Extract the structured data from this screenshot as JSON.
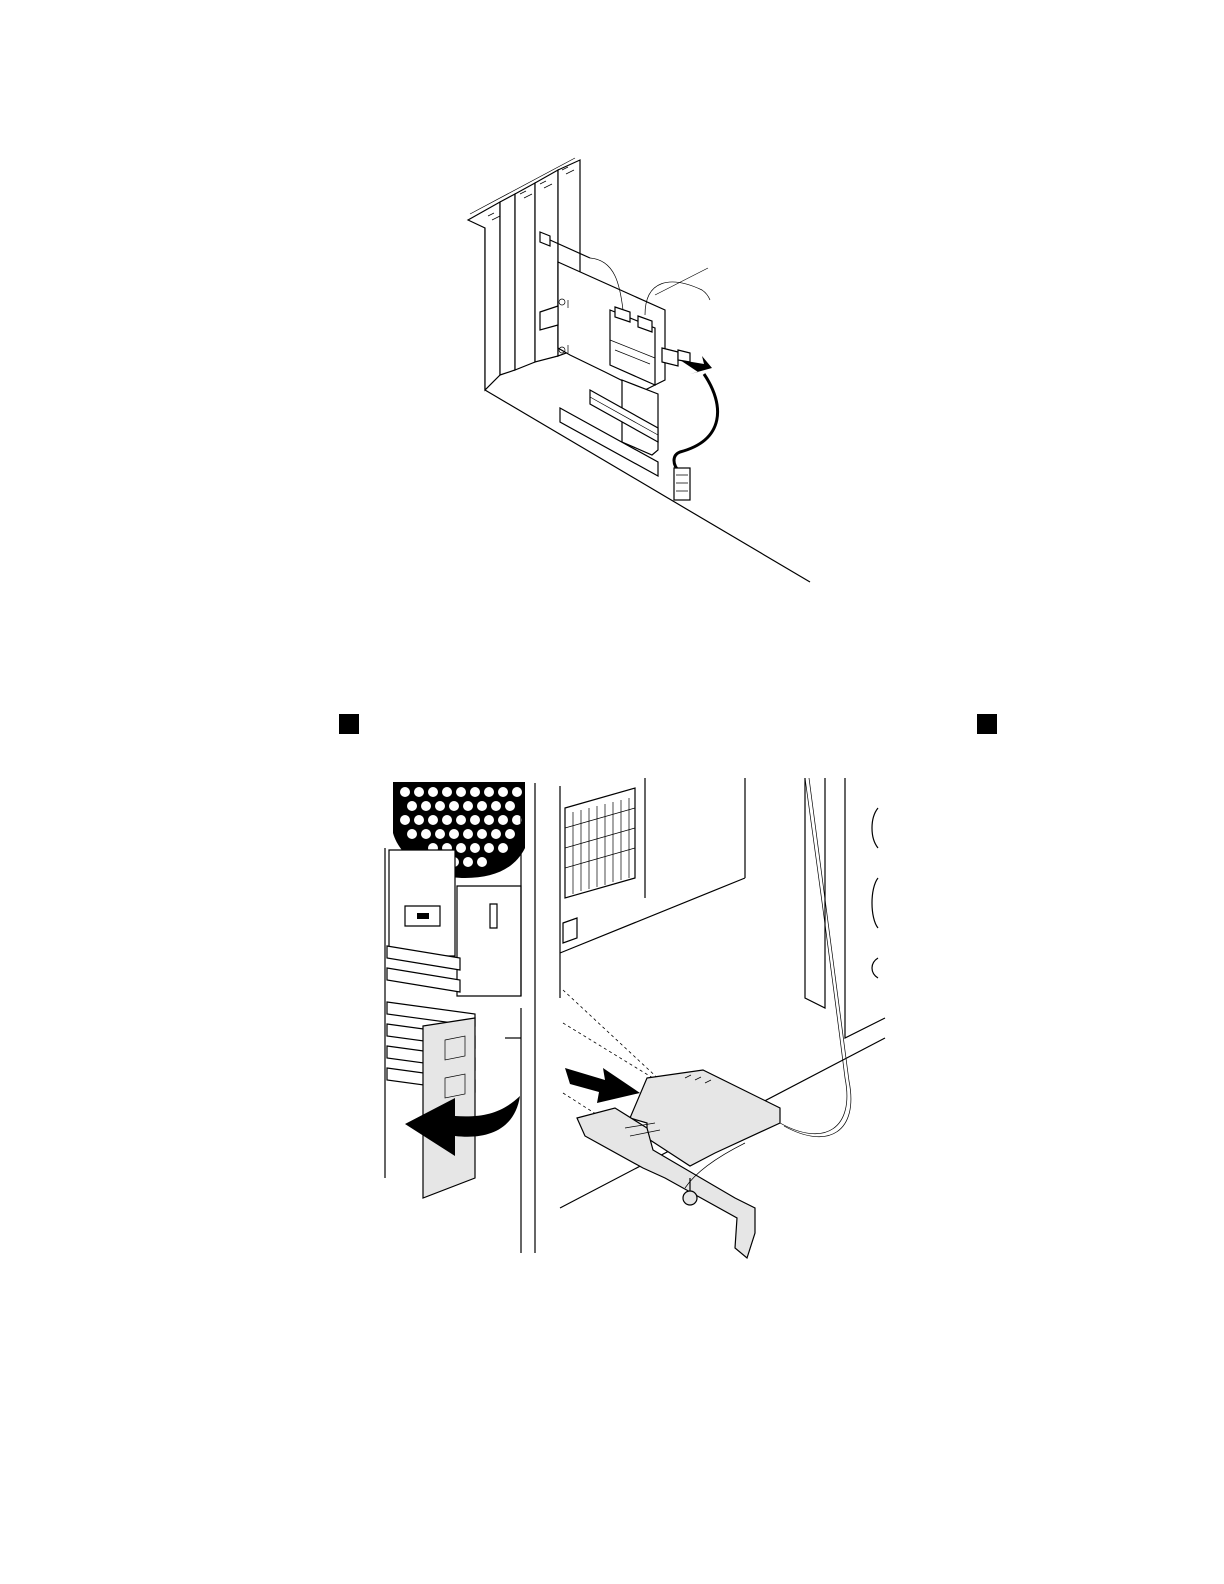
{
  "figures": [
    {
      "id": "fig-top",
      "icon": "card-cable-disconnect-illustration"
    },
    {
      "id": "fig-bottom",
      "icon": "card-removal-illustration"
    }
  ],
  "callouts": [
    {
      "id": "callout-left",
      "icon": "black-square-marker"
    },
    {
      "id": "callout-right",
      "icon": "black-square-marker"
    }
  ]
}
